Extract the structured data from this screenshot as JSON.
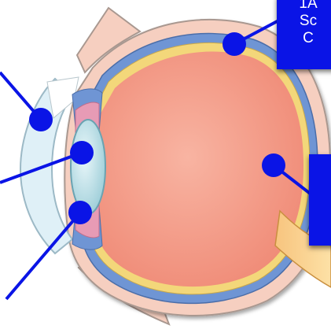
{
  "diagram": {
    "subject": "eye-cross-section",
    "colors": {
      "callout_fill": "#0a14e6",
      "pointer": "#0a14e6",
      "vitreous": "#f4a08c",
      "sclera": "#f6cfc0",
      "choroid": "#6f95d4",
      "retina": "#f3d77a",
      "cornea": "#dff0f7",
      "lens": "#bfe3ea",
      "ciliary": "#e79bb5",
      "optic_nerve": "#f5c17a"
    }
  },
  "callouts": {
    "top": {
      "lines": [
        "1A",
        "Sc",
        "C"
      ]
    },
    "right": {
      "lines": [
        ""
      ]
    }
  }
}
